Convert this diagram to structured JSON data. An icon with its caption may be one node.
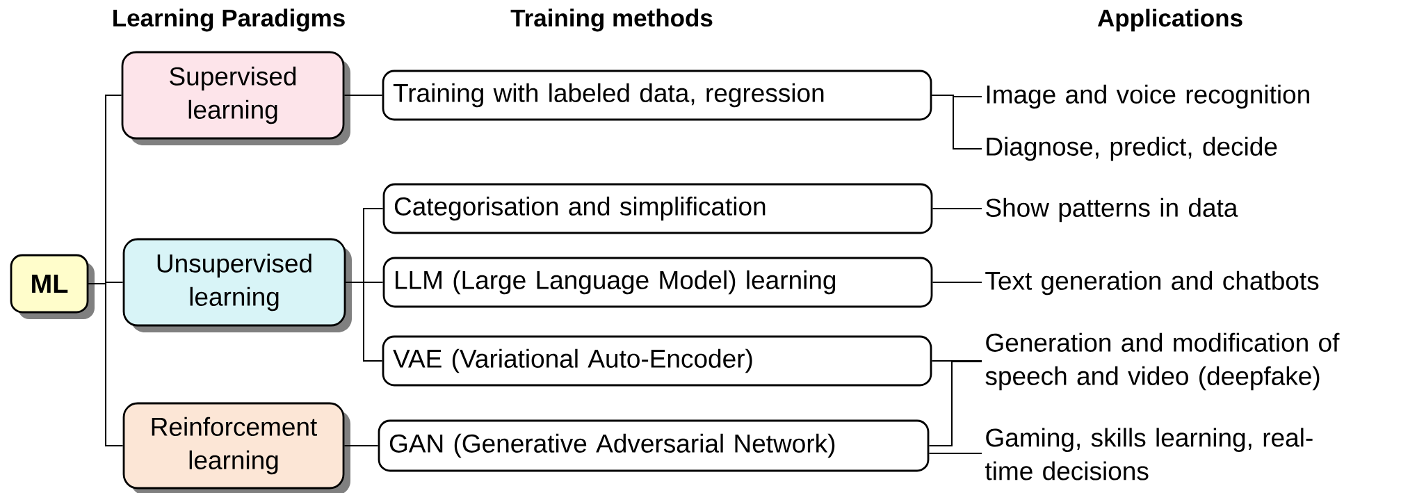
{
  "diagram": {
    "nodes": [
      {
        "text": [
          "ML"
        ]
      },
      {
        "text": [
          "Supervised learning"
        ]
      },
      {
        "text": [
          "Training with labeled data, regression"
        ]
      },
      {
        "text": [
          "Image and voice recognition"
        ]
      },
      {
        "text": [
          "Diagnose, predict, decide"
        ]
      },
      {
        "text": [
          "Unsupervised learning"
        ]
      },
      {
        "text": [
          "Categorisation and simplification"
        ]
      },
      {
        "text": [
          "Show patterns in data"
        ]
      },
      {
        "text": [
          "LLM (Large Language Model) learning"
        ]
      },
      {
        "text": [
          "Text generation and chatbots"
        ]
      },
      {
        "text": [
          "VAE (Variational Auto-Encoder)"
        ]
      },
      {
        "text": [
          "Generation and modification of speech and video (deepfake)"
        ]
      },
      {
        "text": [
          "Reinforcement learning"
        ]
      },
      {
        "text": [
          "GAN (Generative Adversarial Network)"
        ]
      },
      {
        "text": [
          "Gaming, skills learning, real-time decisions"
        ]
      }
    ],
    "edges": [
      {
        "from": 0,
        "to": 1,
        "arrow": "none"
      },
      {
        "from": 0,
        "to": 5,
        "arrow": "none"
      },
      {
        "from": 0,
        "to": 12,
        "arrow": "none"
      },
      {
        "from": 1,
        "to": 2,
        "arrow": "none"
      },
      {
        "from": 2,
        "to": 3,
        "arrow": "none"
      },
      {
        "from": 2,
        "to": 4,
        "arrow": "none"
      },
      {
        "from": 5,
        "to": 6,
        "arrow": "none"
      },
      {
        "from": 5,
        "to": 8,
        "arrow": "none"
      },
      {
        "from": 5,
        "to": 10,
        "arrow": "none"
      },
      {
        "from": 6,
        "to": 7,
        "arrow": "none"
      },
      {
        "from": 8,
        "to": 9,
        "arrow": "none"
      },
      {
        "from": 10,
        "to": 11,
        "arrow": "none"
      },
      {
        "from": 13,
        "to": 11,
        "arrow": "none"
      },
      {
        "from": 12,
        "to": 13,
        "arrow": "none"
      },
      {
        "from": 13,
        "to": 14,
        "arrow": "none"
      }
    ],
    "labels": [
      "Learning Paradigms",
      "Training methods",
      "Applications"
    ]
  }
}
